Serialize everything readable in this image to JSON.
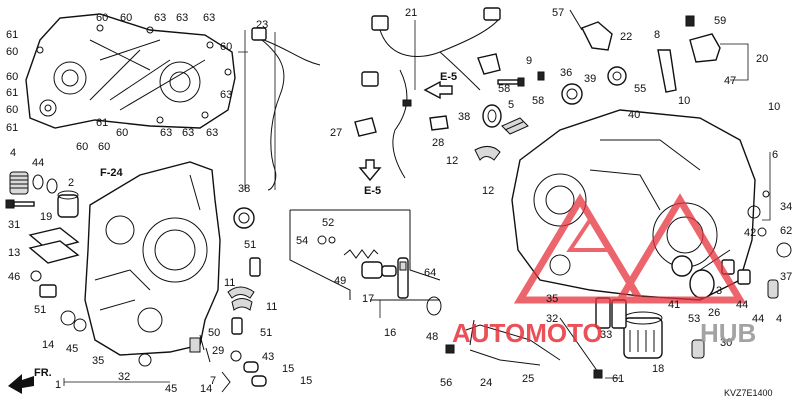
{
  "diagram": {
    "drawing_code": "KVZ7E1400",
    "refs": {
      "e5_top": "E-5",
      "e5_bottom": "E-5",
      "f24": "F-24",
      "front": "FR."
    },
    "callouts": {
      "top_left_group": [
        "60",
        "60",
        "63",
        "63",
        "63",
        "61",
        "60",
        "60",
        "61",
        "60",
        "61",
        "60",
        "60",
        "63",
        "63",
        "63",
        "60",
        "61",
        "60",
        "63"
      ],
      "left_case": [
        "4",
        "44",
        "2",
        "31",
        "19",
        "13",
        "46",
        "51",
        "14",
        "45",
        "35",
        "32",
        "45",
        "14",
        "1"
      ],
      "center_left": [
        "38",
        "51",
        "11",
        "11",
        "51",
        "50",
        "29",
        "43",
        "15",
        "15",
        "7"
      ],
      "harness": [
        "23",
        "21",
        "57",
        "22",
        "9",
        "58",
        "58",
        "27",
        "28"
      ],
      "center": [
        "52",
        "54",
        "49",
        "17",
        "64",
        "16",
        "48"
      ],
      "right_top": [
        "59",
        "8",
        "20",
        "47",
        "36",
        "39",
        "55",
        "10",
        "10",
        "40",
        "38",
        "5",
        "12",
        "12"
      ],
      "right_case": [
        "6",
        "34",
        "42",
        "62",
        "37",
        "44",
        "44",
        "4",
        "35",
        "32",
        "33",
        "41",
        "3",
        "53",
        "26",
        "18",
        "56",
        "24",
        "25",
        "61",
        "30"
      ]
    },
    "watermark": {
      "word_red": "AUTOMOTO",
      "word_grey": "HUB",
      "color_red": "#e8323c",
      "color_grey": "#9a9a9a"
    }
  }
}
